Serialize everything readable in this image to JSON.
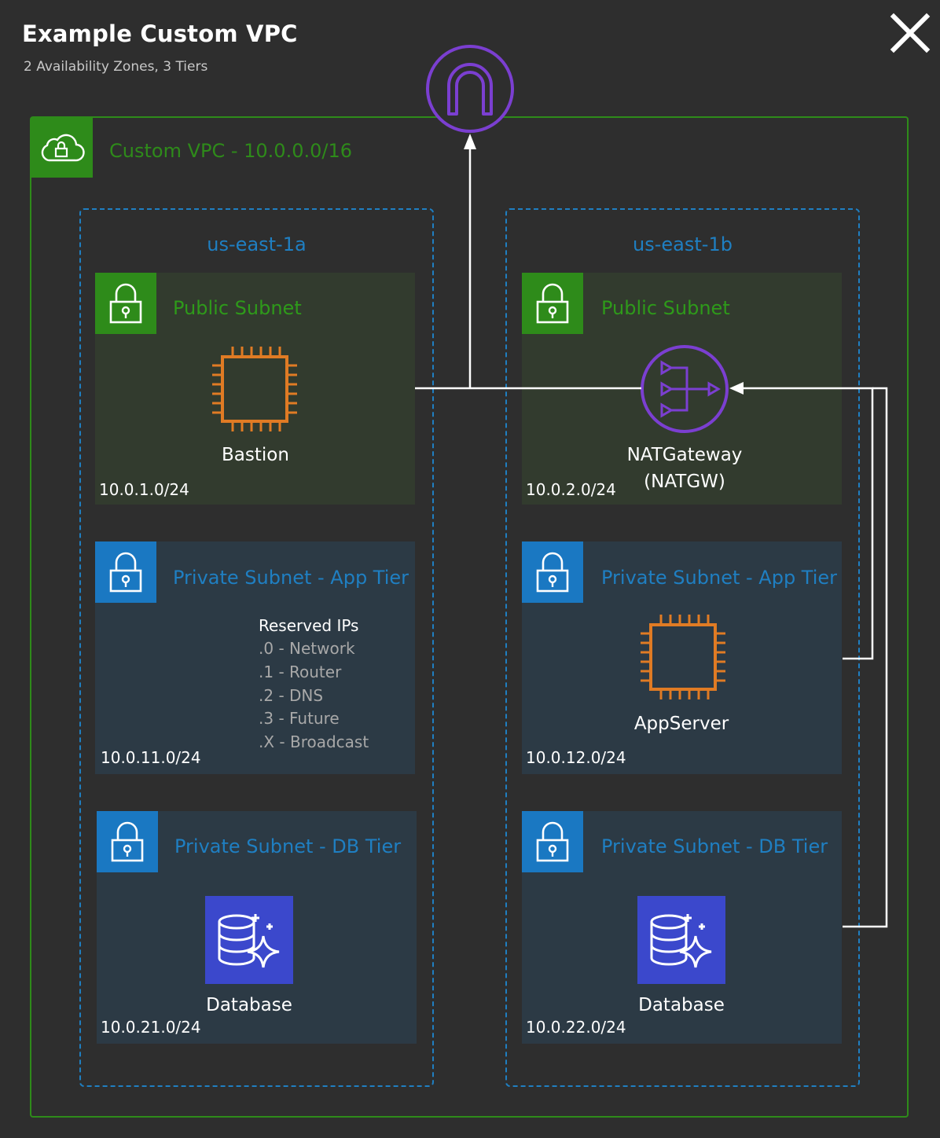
{
  "header": {
    "title": "Example Custom VPC",
    "subtitle": "2 Availability Zones, 3 Tiers"
  },
  "vpc": {
    "label": "Custom VPC - 10.0.0.0/16"
  },
  "zones": [
    {
      "name": "us-east-1a",
      "public": {
        "title": "Public Subnet",
        "cidr": "10.0.1.0/24",
        "resource": "Bastion"
      },
      "app": {
        "title": "Private Subnet - App Tier",
        "cidr": "10.0.11.0/24",
        "reserved": {
          "title": "Reserved IPs",
          "items": [
            ".0 - Network",
            ".1 - Router",
            ".2 - DNS",
            ".3 - Future",
            ".X - Broadcast"
          ]
        }
      },
      "db": {
        "title": "Private Subnet - DB Tier",
        "cidr": "10.0.21.0/24",
        "resource": "Database"
      }
    },
    {
      "name": "us-east-1b",
      "public": {
        "title": "Public Subnet",
        "cidr": "10.0.2.0/24",
        "resource_line1": "NATGateway",
        "resource_line2": "(NATGW)"
      },
      "app": {
        "title": "Private Subnet - App Tier",
        "cidr": "10.0.12.0/24",
        "resource": "AppServer"
      },
      "db": {
        "title": "Private Subnet - DB Tier",
        "cidr": "10.0.22.0/24",
        "resource": "Database"
      }
    }
  ],
  "icons": {
    "close": "close-icon",
    "internet_gateway": "internet-gateway-icon",
    "vpc": "vpc-cloud-lock-icon",
    "subnet_lock": "lock-icon",
    "ec2": "ec2-instance-icon",
    "nat": "nat-gateway-icon",
    "database": "database-icon"
  },
  "colors": {
    "background": "#2e2e2e",
    "vpc_green": "#2e8b1a",
    "az_blue": "#1f7fc2",
    "ec2_orange": "#e07b24",
    "gateway_purple": "#7b3fd1",
    "db_blue": "#3b48cc"
  }
}
